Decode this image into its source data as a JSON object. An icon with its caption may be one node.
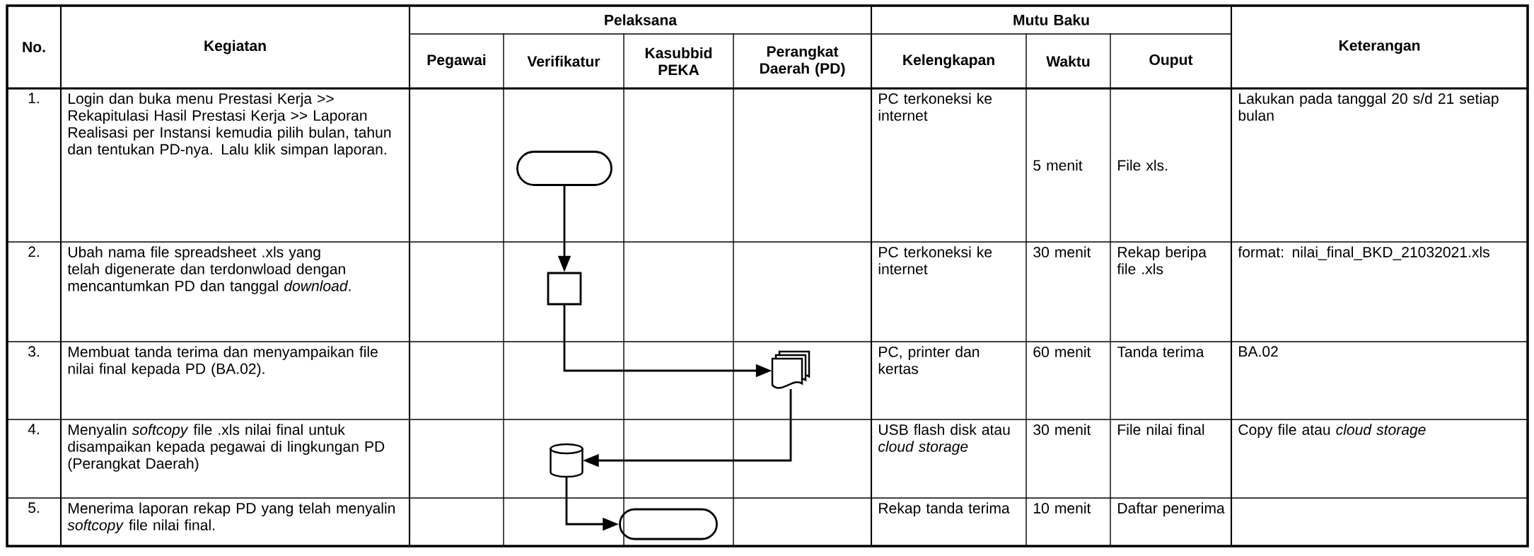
{
  "diagram": {
    "nodes": [
      {
        "text": [],
        "shape": "oval"
      },
      {
        "text": [],
        "shape": "box"
      },
      {
        "text": [],
        "shape": "document"
      },
      {
        "text": [],
        "shape": "cylinder"
      },
      {
        "text": [],
        "shape": "oval"
      }
    ],
    "edges": [
      {
        "from": 0,
        "to": 1,
        "arrow": "to"
      },
      {
        "from": 1,
        "to": 2,
        "arrow": "to"
      },
      {
        "from": 2,
        "to": 3,
        "arrow": "to"
      },
      {
        "from": 3,
        "to": 4,
        "arrow": "to"
      }
    ],
    "labels": [
      "No.",
      "Kegiatan",
      "Pelaksana",
      "Mutu Baku",
      "Keterangan",
      "Pegawai",
      "Verifikatur",
      "Kasubbid PEKA",
      "Perangkat Daerah (PD)",
      "Kelengkapan",
      "Waktu",
      "Ouput",
      "1.",
      "Login dan buka menu Prestasi Kerja >> Rekapitulasi Hasil Prestasi Kerja >> Laporan Realisasi per Instansi kemudia pilih bulan, tahun dan tentukan PD-nya. Lalu klik simpan laporan.",
      "PC terkoneksi ke internet",
      "5 menit",
      "File xls.",
      "Lakukan pada tanggal 20 s/d 21 setiap bulan",
      "2.",
      "Ubah nama file spreadsheet .xls yang telah digenerate dan terdonwload dengan mencantumkan PD dan tanggal *download*.",
      "PC terkoneksi ke internet",
      "30 menit",
      "Rekap beripa file .xls",
      "format: nilai_final_BKD_21032021.xls",
      "3.",
      "Membuat tanda terima dan menyampaikan file nilai final kepada PD (BA.02).",
      "PC, printer dan kertas",
      "60 menit",
      "Tanda terima",
      "BA.02",
      "4.",
      "Menyalin *softcopy* file .xls nilai final untuk disampaikan kepada pegawai di lingkungan PD (Perangkat Daerah)",
      "USB flash disk atau *cloud storage*",
      "30 menit",
      "File nilai final",
      "Copy file atau *cloud storage*",
      "5.",
      "Menerima laporan rekap PD yang telah menyalin *softcopy* file nilai final.",
      "Rekap tanda terima",
      "10 menit",
      "Daftar penerima"
    ]
  }
}
